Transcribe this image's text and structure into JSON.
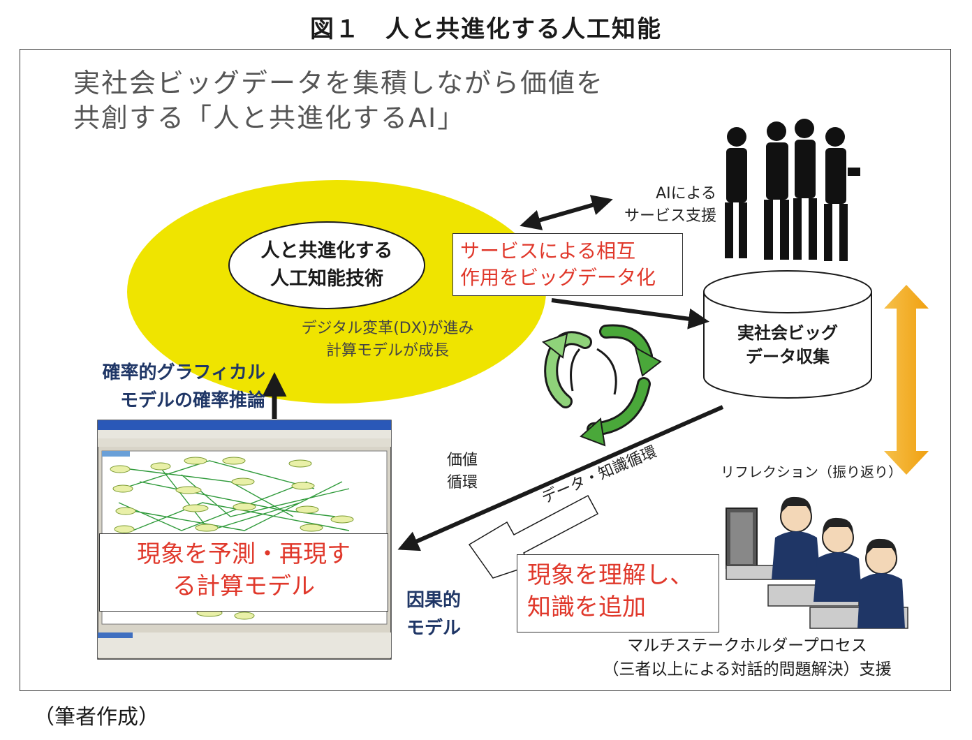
{
  "figure_title": "図１　人と共進化する人工知能",
  "headline": {
    "line1": "実社会ビッグデータを集積しながら価値を",
    "line2": "共創する「人と共進化するAI」"
  },
  "core_ellipse": {
    "line1": "人と共進化する",
    "line2": "人工知能技術"
  },
  "dx_note": {
    "line1": "デジタル変革(DX)が進み",
    "line2": "計算モデルが成長"
  },
  "service_note": {
    "line1": "AIによる",
    "line2": "サービス支援"
  },
  "interaction_box": {
    "line1": "サービスによる相互",
    "line2": "作用をビッグデータ化"
  },
  "database": {
    "line1": "実社会ビッグ",
    "line2": "データ収集"
  },
  "inference_label": {
    "line1": "確率的グラフィカル",
    "line2": "モデルの確率推論"
  },
  "value_cycle": {
    "line1": "価値",
    "line2": "循環"
  },
  "knowledge_cycle": "データ・知識循環",
  "reflection": "リフレクション（振り返り）",
  "model_box": {
    "line1": "現象を予測・再現す",
    "line2": "る計算モデル"
  },
  "causal_model": {
    "line1": "因果的",
    "line2": "モデル"
  },
  "understand_box": {
    "line1": "現象を理解し、",
    "line2": "知識を追加"
  },
  "stakeholder": {
    "line1": "マルチステークホルダープロセス",
    "line2": "（三者以上による対話的問題解決）支援"
  },
  "source_note": "（筆者作成）",
  "colors": {
    "yellow": "#efe400",
    "red_text": "#e0382b",
    "navy_text": "#1f3666",
    "recycle_green": "#4aa83a",
    "orange_arrow": "#f3a51a",
    "graph_green": "#2f9a3a"
  }
}
